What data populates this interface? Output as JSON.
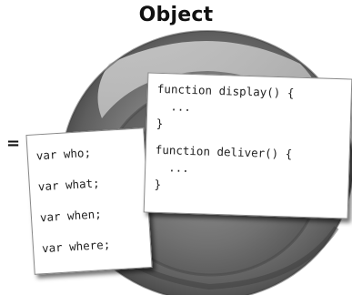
{
  "title": "Object",
  "equals_sign": "=",
  "properties_card": {
    "lines": [
      "var who;",
      "var what;",
      "var when;",
      "var where;"
    ]
  },
  "methods_card": {
    "display_lines": [
      "function display() {",
      "  ...",
      "}"
    ],
    "deliver_lines": [
      "function deliver() {",
      "  ...",
      "}"
    ]
  }
}
